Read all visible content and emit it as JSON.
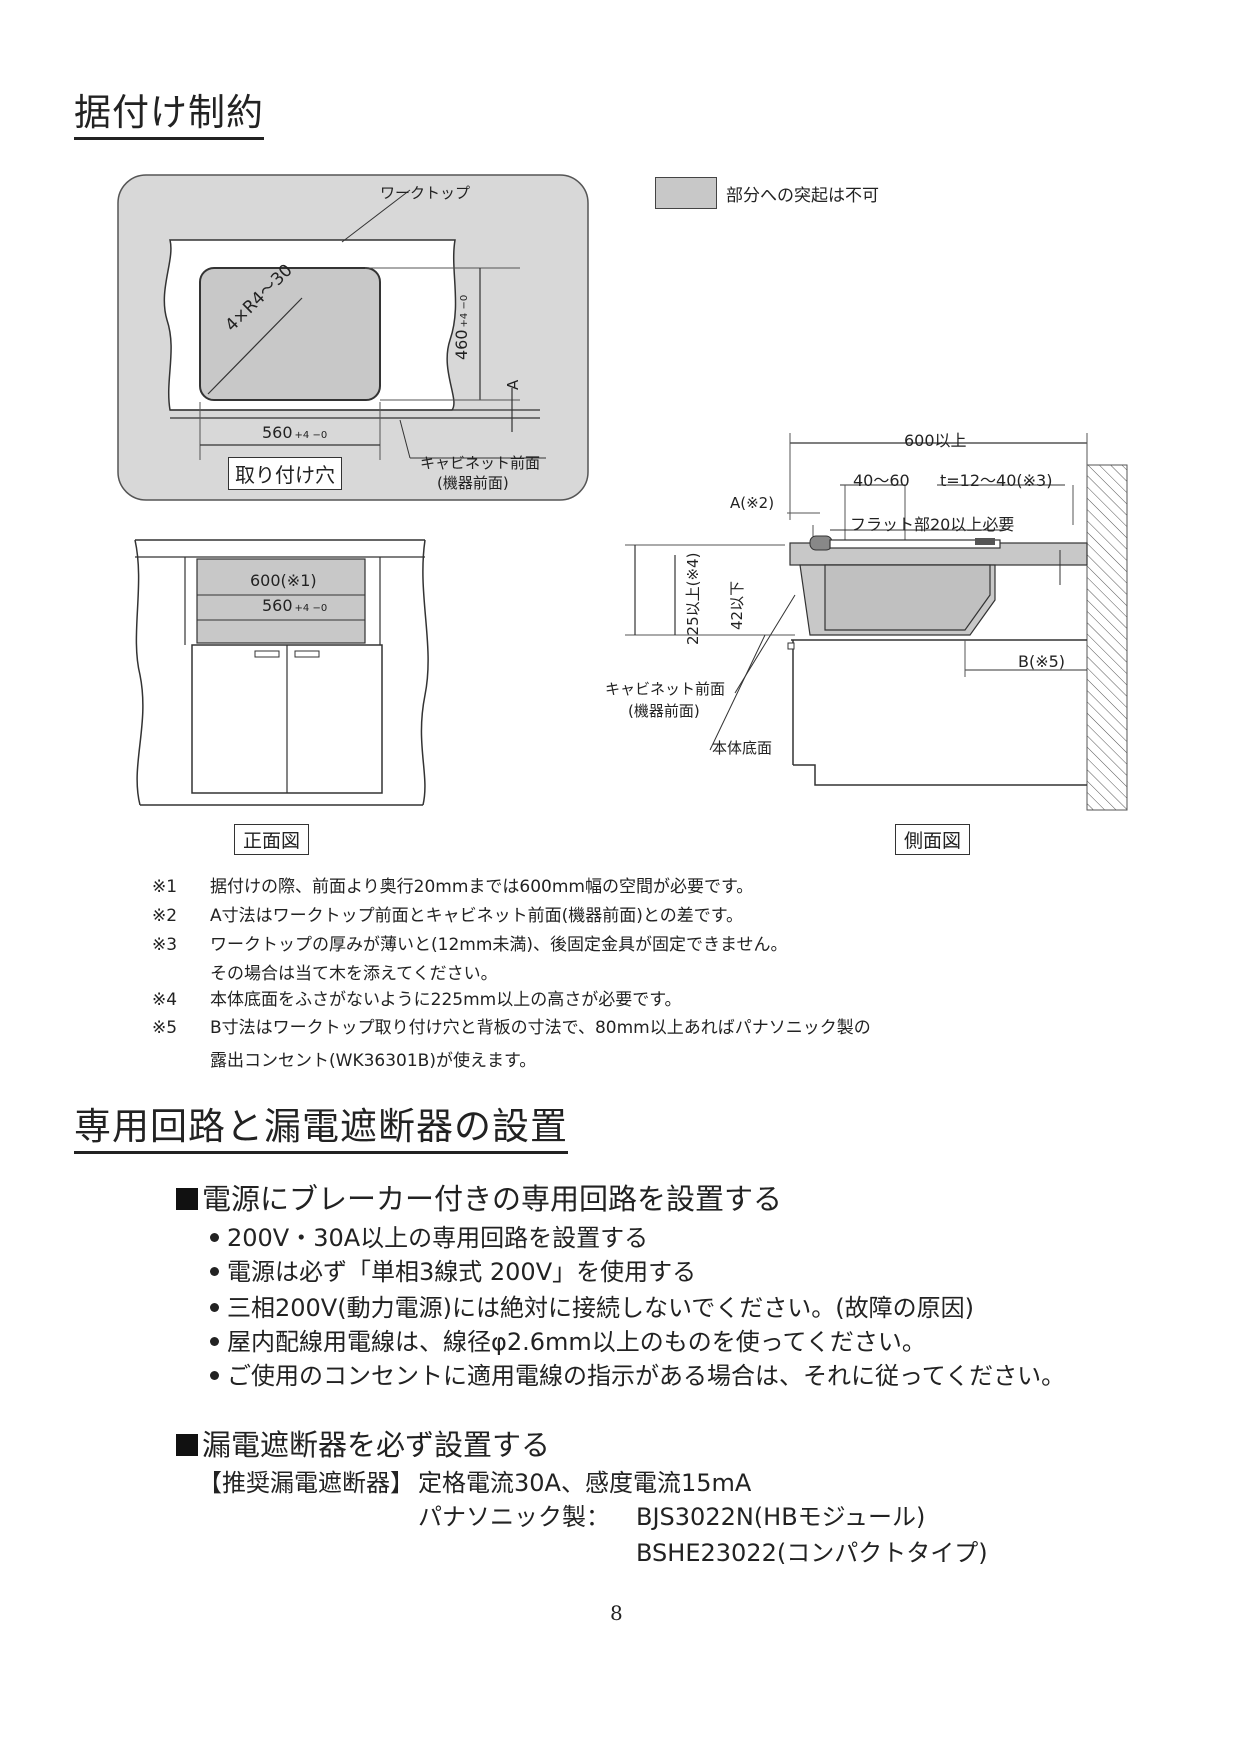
{
  "section1": {
    "title": "据付け制約",
    "legend": "部分への突起は不可",
    "top_diagram": {
      "worktop": "ワークトップ",
      "radius": "4×R4～30",
      "depth": "460",
      "depth_tol": "+4 −0",
      "dim_a": "A",
      "width": "560",
      "width_tol": "+4 −0",
      "hole_label": "取り付け穴",
      "cabinet_front": "キャビネット前面",
      "device_front": "(機器前面)"
    },
    "front_diagram": {
      "dim_600": "600(※1)",
      "dim_560": "560",
      "dim_560_tol": "+4 −0",
      "label": "正面図"
    },
    "side_diagram": {
      "dim_600": "600以上",
      "dim_40_60": "40～60",
      "dim_t": "t=12～40(※3)",
      "dim_a": "A(※2)",
      "flat": "フラット部20以上必要",
      "dim_225": "225以上(※4)",
      "dim_42": "42以下",
      "dim_b": "B(※5)",
      "cabinet_front": "キャビネット前面",
      "device_front": "(機器前面)",
      "body_bottom": "本体底面",
      "label": "側面図"
    },
    "notes": [
      {
        "mark": "※1",
        "text": "据付けの際、前面より奥行20mmまでは600mm幅の空間が必要です。"
      },
      {
        "mark": "※2",
        "text": "A寸法はワークトップ前面とキャビネット前面(機器前面)との差です。"
      },
      {
        "mark": "※3",
        "text": "ワークトップの厚みが薄いと(12mm未満)、後固定金具が固定できません。"
      },
      {
        "mark": "",
        "text": "その場合は当て木を添えてください。"
      },
      {
        "mark": "※4",
        "text": "本体底面をふさがないように225mm以上の高さが必要です。"
      },
      {
        "mark": "※5",
        "text": "B寸法はワークトップ取り付け穴と背板の寸法で、80mm以上あればパナソニック製の"
      },
      {
        "mark": "",
        "text": "露出コンセント(WK36301B)が使えます。"
      }
    ]
  },
  "section2": {
    "title": "専用回路と漏電遮断器の設置",
    "sub1": "電源にブレーカー付きの専用回路を設置する",
    "bullets": [
      "200V・30A以上の専用回路を設置する",
      "電源は必ず「単相3線式 200V」を使用する",
      "三相200V(動力電源)には絶対に接続しないでください。(故障の原因)",
      "屋内配線用電線は、線径φ2.6mm以上のものを使ってください。",
      "ご使用のコンセントに適用電線の指示がある場合は、それに従ってください。"
    ],
    "sub2": "漏電遮断器を必ず設置する",
    "recommend_label": "【推奨漏電遮断器】",
    "recommend_spec": "定格電流30A、感度電流15mA",
    "maker": "パナソニック製：",
    "model1": "BJS3022N(HBモジュール)",
    "model2": "BSHE23022(コンパクトタイプ)"
  },
  "page_number": "8",
  "colors": {
    "gray_fill": "#c8c8c8",
    "ink": "#222222"
  }
}
